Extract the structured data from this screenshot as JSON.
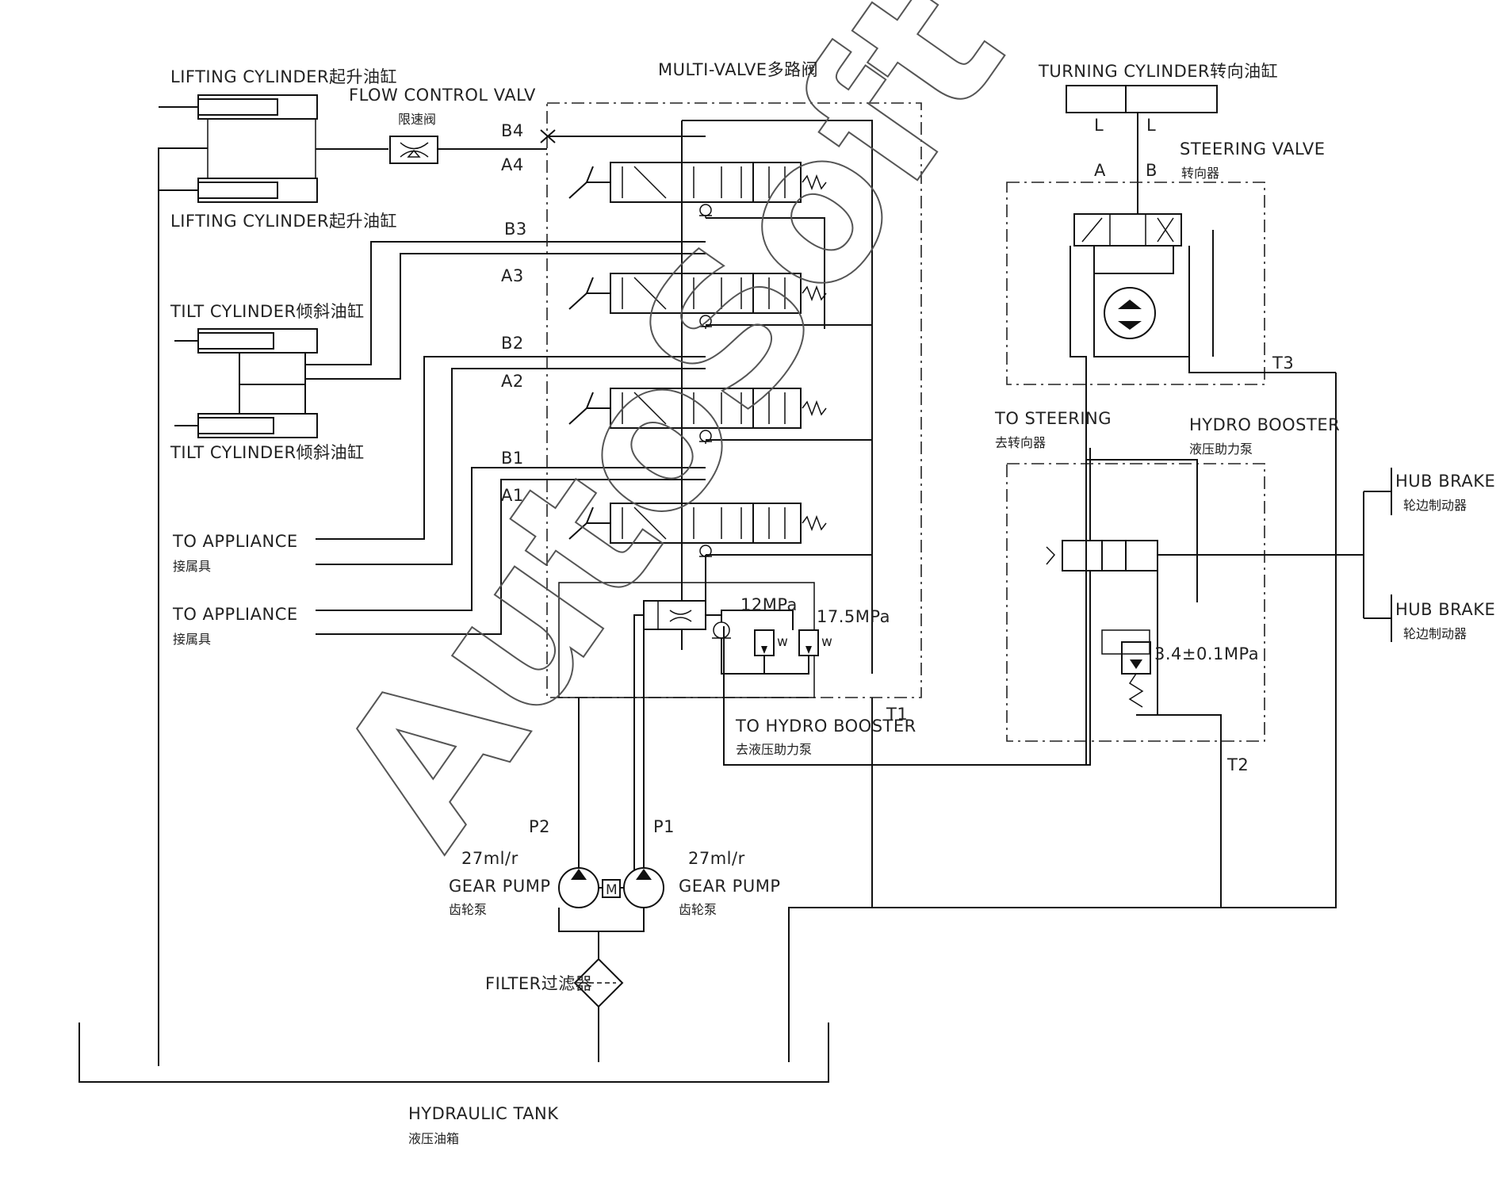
{
  "labels": {
    "lifting_cyl_top": "LIFTING CYLINDER起升油缸",
    "lifting_cyl_bottom": "LIFTING CYLINDER起升油缸",
    "flow_control": "FLOW CONTROL VALV",
    "flow_control_cn": "限速阀",
    "multi_valve": "MULTI-VALVE多路阀",
    "turning_cyl": "TURNING CYLINDER转向油缸",
    "steering_valve": "STEERING VALVE",
    "steering_valve_cn": "转向器",
    "tilt_cyl_top": "TILT CYLINDER倾斜油缸",
    "tilt_cyl_bottom": "TILT CYLINDER倾斜油缸",
    "to_appliance_1": "TO APPLIANCE",
    "to_appliance_1_cn": "接属具",
    "to_appliance_2": "TO APPLIANCE",
    "to_appliance_2_cn": "接属具",
    "to_steering": "TO STEERING",
    "to_steering_cn": "去转向器",
    "hydro_booster": "HYDRO BOOSTER",
    "hydro_booster_cn": "液压助力泵",
    "hub_brake_1": "HUB BRAKE",
    "hub_brake_1_cn": "轮边制动器",
    "hub_brake_2": "HUB BRAKE",
    "hub_brake_2_cn": "轮边制动器",
    "to_hydro_booster": "TO HYDRO BOOSTER",
    "to_hydro_booster_cn": "去液压助力泵",
    "pressure_12": "12MPa",
    "pressure_175": "17.5MPa",
    "pressure_34": "3.4±0.1MPa",
    "p1": "P1",
    "p2": "P2",
    "t1": "T1",
    "t2": "T2",
    "t3": "T3",
    "pump_left_disp": "27ml/r",
    "pump_left_name": "GEAR PUMP",
    "pump_left_cn": "齿轮泵",
    "pump_right_disp": "27ml/r",
    "pump_right_name": "GEAR PUMP",
    "pump_right_cn": "齿轮泵",
    "motor": "M",
    "filter": "FILTER过滤器",
    "tank": "HYDRAULIC TANK",
    "tank_cn": "液压油箱",
    "port_a": "A",
    "port_b": "B",
    "port_l1": "L",
    "port_l2": "L",
    "b4": "B4",
    "a4": "A4",
    "b3": "B3",
    "a3": "A3",
    "b2": "B2",
    "a2": "A2",
    "b1": "B1",
    "a1": "A1",
    "watermark": "AutoSoft"
  }
}
